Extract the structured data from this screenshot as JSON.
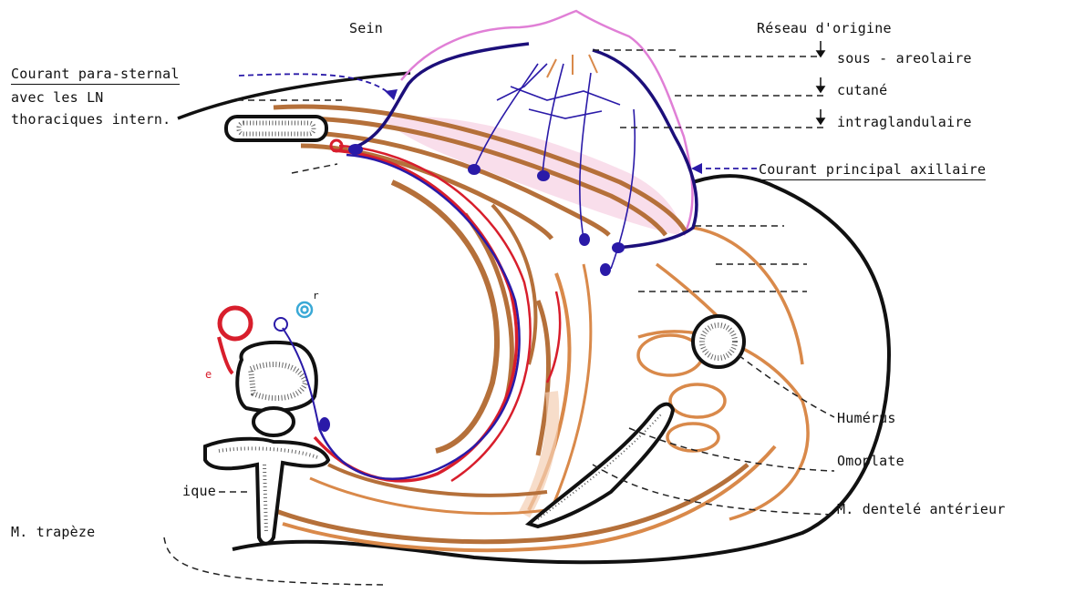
{
  "labels": {
    "sein": "Sein",
    "reseau_origine": "Réseau d'origine",
    "sous_areolaire": "sous - areolaire",
    "cutane": "cutané",
    "intraglandulaire": "intraglandulaire",
    "courant_para_sternal": "Courant para-sternal",
    "avec_les_ln": "avec les LN",
    "thoraciques_intern": "thoraciques intern.",
    "courant_principal_axillaire": "Courant principal axillaire",
    "humerus": "Humérus",
    "omoplate": "Omoplate",
    "m_dentele": "M. dentelé antérieur",
    "m_trapeze": "M. trapèze",
    "ique": "ique",
    "cut_r": "r",
    "cut_e": "e"
  },
  "colors": {
    "ink": "#111111",
    "muscle": "#b5703a",
    "muscle_light": "#d9894a",
    "muscle_fill": "#f3cfb3",
    "artery": "#d81e2c",
    "lymph": "#2a1aa8",
    "lymph_dark": "#1c0f7a",
    "breast_outline": "#e07fd6",
    "pink_fill": "#f7d6e6",
    "cyan": "#3aa9d6",
    "bone_fill": "#ffffff"
  }
}
